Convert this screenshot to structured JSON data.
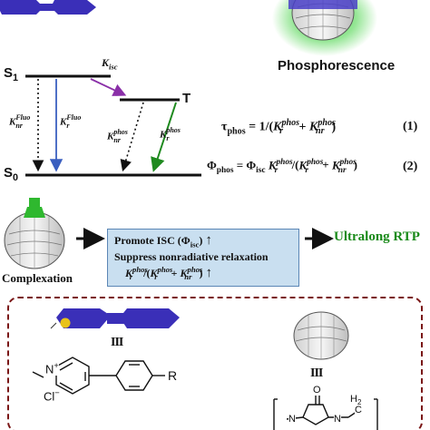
{
  "jablonski": {
    "s1": "S",
    "s1_sub": "1",
    "t": "T",
    "s0": "S",
    "s0_sub": "0",
    "kisc": "K",
    "kisc_sub": "isc",
    "knr_fluo_base": "K",
    "knr_fluo_sup": "Fluo",
    "knr_fluo_sub": "nr",
    "kr_fluo_base": "K",
    "kr_fluo_sup": "Fluo",
    "kr_fluo_sub": "r",
    "knr_phos_base": "K",
    "knr_phos_sup": "phos",
    "knr_phos_sub": "nr",
    "kr_phos_base": "K",
    "kr_phos_sup": "phos",
    "kr_phos_sub": "r"
  },
  "phosphorescence_label": "Phosphorescence",
  "equations": {
    "eq1": {
      "lhs": "τ",
      "lhs_sub": "phos",
      "rhs_prefix": " = 1/(",
      "k1": "K",
      "k1_sup": "phos",
      "k1_sub": "r",
      "plus": " + ",
      "k2": "K",
      "k2_sup": "phos",
      "k2_sub": "nr",
      "close": ")",
      "number": "(1)"
    },
    "eq2": {
      "lhs": "Φ",
      "lhs_sub": "phos",
      "eq": " = Φ",
      "isc_sub": "isc",
      "k1": " K",
      "k1_sup": "phos",
      "k1_sub": "r",
      "slash": " /(",
      "k2": "K",
      "k2_sup": "phos",
      "k2_sub": "r",
      "plus": " + ",
      "k3": "K",
      "k3_sup": "phos",
      "k3_sub": "nr",
      "close": ")",
      "number": "(2)"
    }
  },
  "process": {
    "complexation": "Complexation",
    "line1_text": "Promote ISC (",
    "line1_phi": "Φ",
    "line1_sub": "isc",
    "line1_close": ")",
    "line2_text": "Suppress nonradiative relaxation",
    "line3_k1": "K",
    "line3_k1_sup": "phos",
    "line3_k1_sub": "r",
    "line3_slash": "/(",
    "line3_k2": "K",
    "line3_k2_sup": "phos",
    "line3_k2_sub": "r",
    "line3_plus": " + ",
    "line3_k3": "K",
    "line3_k3_sup": "phos",
    "line3_k3_sub": "nr",
    "line3_close": ")",
    "up_arrow": "↑",
    "result": "Ultralong RTP"
  },
  "legend": {
    "equiv1": "III",
    "equiv2": "III",
    "r_group": "R",
    "n_atom": "N",
    "n_charge": "+",
    "cl": "Cl",
    "cl_charge": "−",
    "cb_o": "O",
    "cb_n1": "N",
    "cb_n2": "N",
    "cb_h2": "H",
    "cb_h2_sub": "2",
    "cb_c": "C"
  },
  "colors": {
    "rod": "#3a2fb8",
    "rod_dark": "#20178a",
    "guest_pendant": "#e8c21a",
    "glow": "#3fd13f",
    "phos_arrow": "#1f8a1f",
    "fluo_arrow": "#3a5fc0",
    "isc_arrow": "#8a2fa8",
    "result_text": "#1a8a1a",
    "box_fill": "#c9dff0",
    "dash_border": "#7a1616"
  }
}
